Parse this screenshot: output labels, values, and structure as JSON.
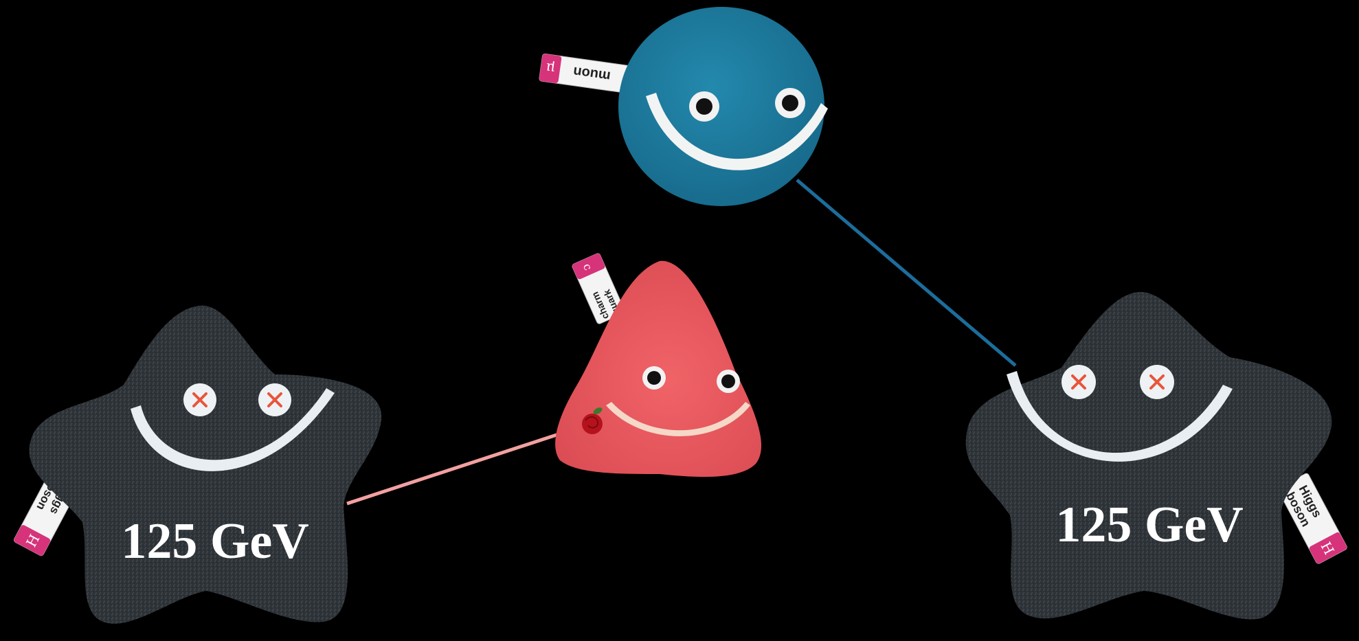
{
  "scene": {
    "background": "#000000",
    "colors": {
      "higgs_body": "#2e3338",
      "muon_body": "#1f7ea1",
      "quark_body": "#e85a5f",
      "muon_line": "#1c6d9c",
      "quark_line": "#f4a0a0",
      "tag_magenta": "#d6337a",
      "smile": "#e8eef2",
      "x_eye": "#e8553b"
    }
  },
  "plush_left": {
    "name": "Higgs boson",
    "tag_line1": "Higgs",
    "tag_line2": "boson",
    "symbol": "H",
    "mass_label": "125 GeV",
    "icon": "higgs-star-plush-icon"
  },
  "plush_right": {
    "name": "Higgs boson",
    "tag_line1": "Higgs",
    "tag_line2": "boson",
    "symbol": "H",
    "mass_label": "125 GeV",
    "icon": "higgs-star-plush-icon"
  },
  "plush_muon": {
    "name": "muon",
    "tag_text": "muon",
    "symbol": "μ",
    "icon": "muon-round-plush-icon"
  },
  "plush_quark": {
    "name": "charm quark",
    "tag_line1": "charm",
    "tag_line2": "quark",
    "symbol": "c",
    "icon": "quark-cone-plush-icon"
  }
}
